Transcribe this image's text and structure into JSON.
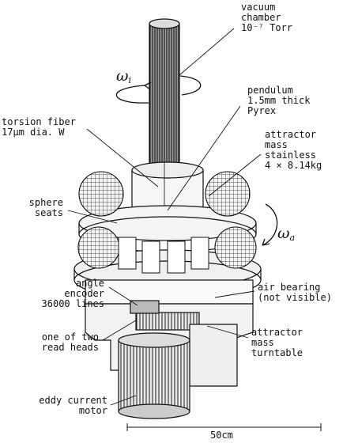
{
  "labels": {
    "vacuum": [
      "vacuum",
      "chamber",
      "10⁻⁷ Torr"
    ],
    "pendulum": [
      "pendulum",
      "1.5mm thick",
      "Pyrex"
    ],
    "torsion_fiber": [
      "torsion fiber",
      "17μm dia. W"
    ],
    "attractor_mass": [
      "attractor",
      "mass",
      "stainless",
      "4 × 8.14kg"
    ],
    "sphere_seats": [
      "sphere",
      "seats"
    ],
    "angle_encoder": [
      "angle",
      "encoder",
      "36000 lines"
    ],
    "air_bearing": [
      "air bearing",
      "(not visible)"
    ],
    "read_heads": [
      "one of two",
      "read heads"
    ],
    "turntable": [
      "attractor",
      "mass",
      "turntable"
    ],
    "eddy_motor": [
      "eddy current",
      "motor"
    ],
    "scale": "50cm"
  },
  "symbols": {
    "omega": "ω",
    "omega_i_sub": "i",
    "omega_a_sub": "a"
  }
}
